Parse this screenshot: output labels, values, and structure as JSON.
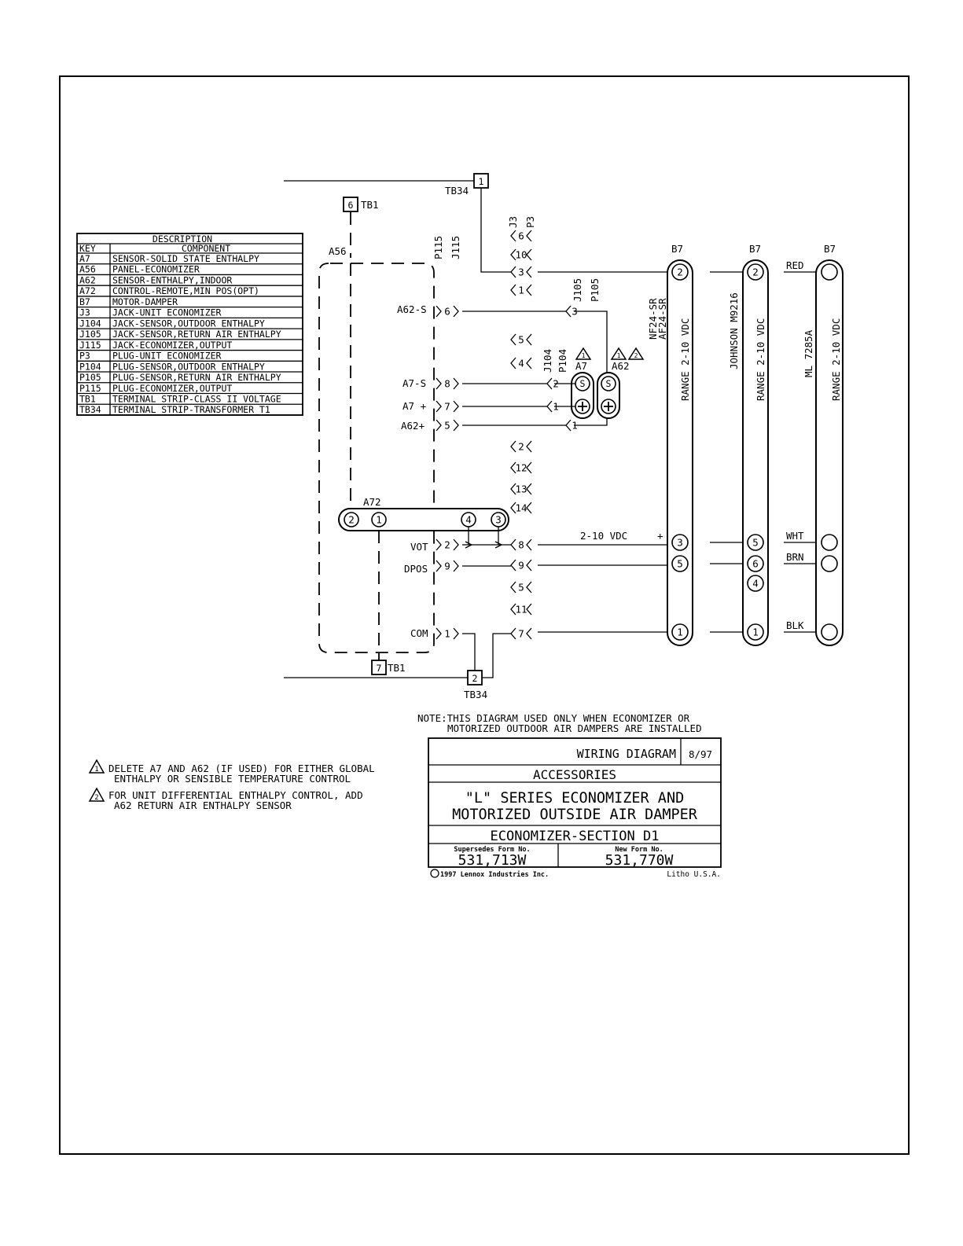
{
  "legend": {
    "title": "DESCRIPTION",
    "headers": [
      "KEY",
      "COMPONENT"
    ],
    "rows": [
      {
        "key": "A7",
        "component": "SENSOR-SOLID STATE ENTHALPY"
      },
      {
        "key": "A56",
        "component": "PANEL-ECONOMIZER"
      },
      {
        "key": "A62",
        "component": "SENSOR-ENTHALPY,INDOOR"
      },
      {
        "key": "A72",
        "component": "CONTROL-REMOTE,MIN POS(OPT)"
      },
      {
        "key": "B7",
        "component": "MOTOR-DAMPER"
      },
      {
        "key": "J3",
        "component": "JACK-UNIT ECONOMIZER"
      },
      {
        "key": "J104",
        "component": "JACK-SENSOR,OUTDOOR ENTHALPY"
      },
      {
        "key": "J105",
        "component": "JACK-SENSOR,RETURN AIR ENTHALPY"
      },
      {
        "key": "J115",
        "component": "JACK-ECONOMIZER,OUTPUT"
      },
      {
        "key": "P3",
        "component": "PLUG-UNIT ECONOMIZER"
      },
      {
        "key": "P104",
        "component": "PLUG-SENSOR,OUTDOOR ENTHALPY"
      },
      {
        "key": "P105",
        "component": "PLUG-SENSOR,RETURN AIR ENTHALPY"
      },
      {
        "key": "P115",
        "component": "PLUG-ECONOMIZER,OUTPUT"
      },
      {
        "key": "TB1",
        "component": "TERMINAL STRIP-CLASS II VOLTAGE"
      },
      {
        "key": "TB34",
        "component": "TERMINAL STRIP-TRANSFORMER T1"
      }
    ]
  },
  "labels": {
    "tb34": "TB34",
    "tb1": "TB1",
    "a56": "A56",
    "a72": "A72",
    "a7": "A7",
    "a62": "A62",
    "b7": "B7",
    "j3": "J3",
    "p3": "P3",
    "p115": "P115",
    "j115": "J115",
    "j105": "J105",
    "p105": "P105",
    "j104": "J104",
    "p104": "P104",
    "a62s": "A62-S",
    "a7s": "A7-S",
    "a7plus": "A7 +",
    "a62plus": "A62+",
    "vot": "VOT",
    "dpos": "DPOS",
    "com": "COM",
    "range": "RANGE 2-10 VDC",
    "vdc": "2-10 VDC",
    "plus": "+",
    "model1a": "NF24-SR",
    "model1b": "AF24-SR",
    "model2": "JOHNSON M9216",
    "model3": "ML 7285A",
    "red": "RED",
    "wht": "WHT",
    "brn": "BRN",
    "blk": "BLK",
    "tb34_top_num": "1",
    "tb1_top_num": "6",
    "tb1_bot_num": "7",
    "tb34_bot_num": "2",
    "s": "S"
  },
  "pins": {
    "p3_col": [
      "6",
      "10",
      "3",
      "1",
      "5",
      "4",
      "2",
      "12",
      "13",
      "14",
      "8",
      "9",
      "5",
      "11",
      "7"
    ],
    "p115_col": [
      "6",
      "8",
      "7",
      "5",
      "2",
      "9",
      "1"
    ],
    "sensor_pins": [
      "3",
      "2",
      "1",
      "1"
    ],
    "a72": [
      "2",
      "1",
      "4",
      "3"
    ],
    "b7_1": [
      "2",
      "3",
      "5",
      "1"
    ],
    "b7_2": [
      "2",
      "5",
      "6",
      "4",
      "1"
    ]
  },
  "notes": {
    "main_line1": "NOTE:THIS DIAGRAM USED ONLY WHEN ECONOMIZER OR",
    "main_line2": "MOTORIZED OUTDOOR AIR DAMPERS ARE INSTALLED",
    "note1_line1": "DELETE A7 AND A62 (IF USED) FOR EITHER GLOBAL",
    "note1_line2": "ENTHALPY OR SENSIBLE TEMPERATURE CONTROL",
    "note2_line1": "FOR UNIT DIFFERENTIAL ENTHALPY CONTROL, ADD",
    "note2_line2": "A62 RETURN AIR ENTHALPY SENSOR",
    "note1_marker": "1",
    "note2_marker": "2"
  },
  "title_block": {
    "wiring_diagram": "WIRING DIAGRAM",
    "date": "8/97",
    "category": "ACCESSORIES",
    "title_line1": "\"L\" SERIES ECONOMIZER AND",
    "title_line2": "MOTORIZED OUTSIDE AIR DAMPER",
    "section": "ECONOMIZER-SECTION D1",
    "supersedes_label": "Supersedes Form No.",
    "supersedes_value": "531,713W",
    "new_form_label": "New Form No.",
    "new_form_value": "531,770W",
    "copyright": "1997 Lennox Industries Inc.",
    "litho": "Litho U.S.A."
  }
}
